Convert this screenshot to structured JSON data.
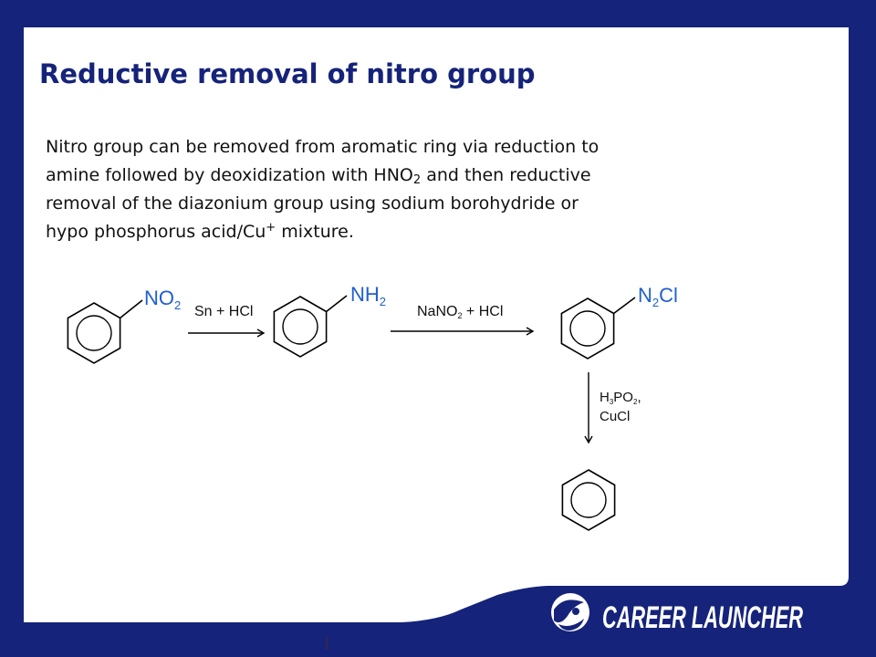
{
  "slide": {
    "title": "Reductive removal of nitro group",
    "body": {
      "line1": "Nitro group can be removed from aromatic ring via reduction to",
      "line2_pre": "amine followed by deoxidization with HNO",
      "line2_sub": "2",
      "line2_post": " and then reductive",
      "line3": "removal of the diazonium group using sodium borohydride or",
      "line4_pre": "hypo phosphorus acid/Cu",
      "line4_sup": "+",
      "line4_post": " mixture."
    }
  },
  "scheme": {
    "substituents": {
      "nitro": {
        "main": "NO",
        "sub": "2"
      },
      "amine": {
        "main": "NH",
        "sub": "2"
      },
      "diazonium": {
        "main_n": "N",
        "sub": "2",
        "main_cl": "Cl"
      }
    },
    "reagents": {
      "step1": "Sn + HCl",
      "step2_pre": "NaNO",
      "step2_sub": "2",
      "step2_post": " + HCl",
      "step3_line1_h": "H",
      "step3_line1_sub1": "3",
      "step3_line1_po": "PO",
      "step3_line1_sub2": "2",
      "step3_line1_comma": ",",
      "step3_line2": "CuCl"
    }
  },
  "branding": {
    "logo_text": "CAREER LAUNCHER"
  },
  "colors": {
    "frame": "#15237a",
    "panel": "#ffffff",
    "title": "#15237a",
    "substituent": "#1f5fd0",
    "text": "#111111"
  }
}
